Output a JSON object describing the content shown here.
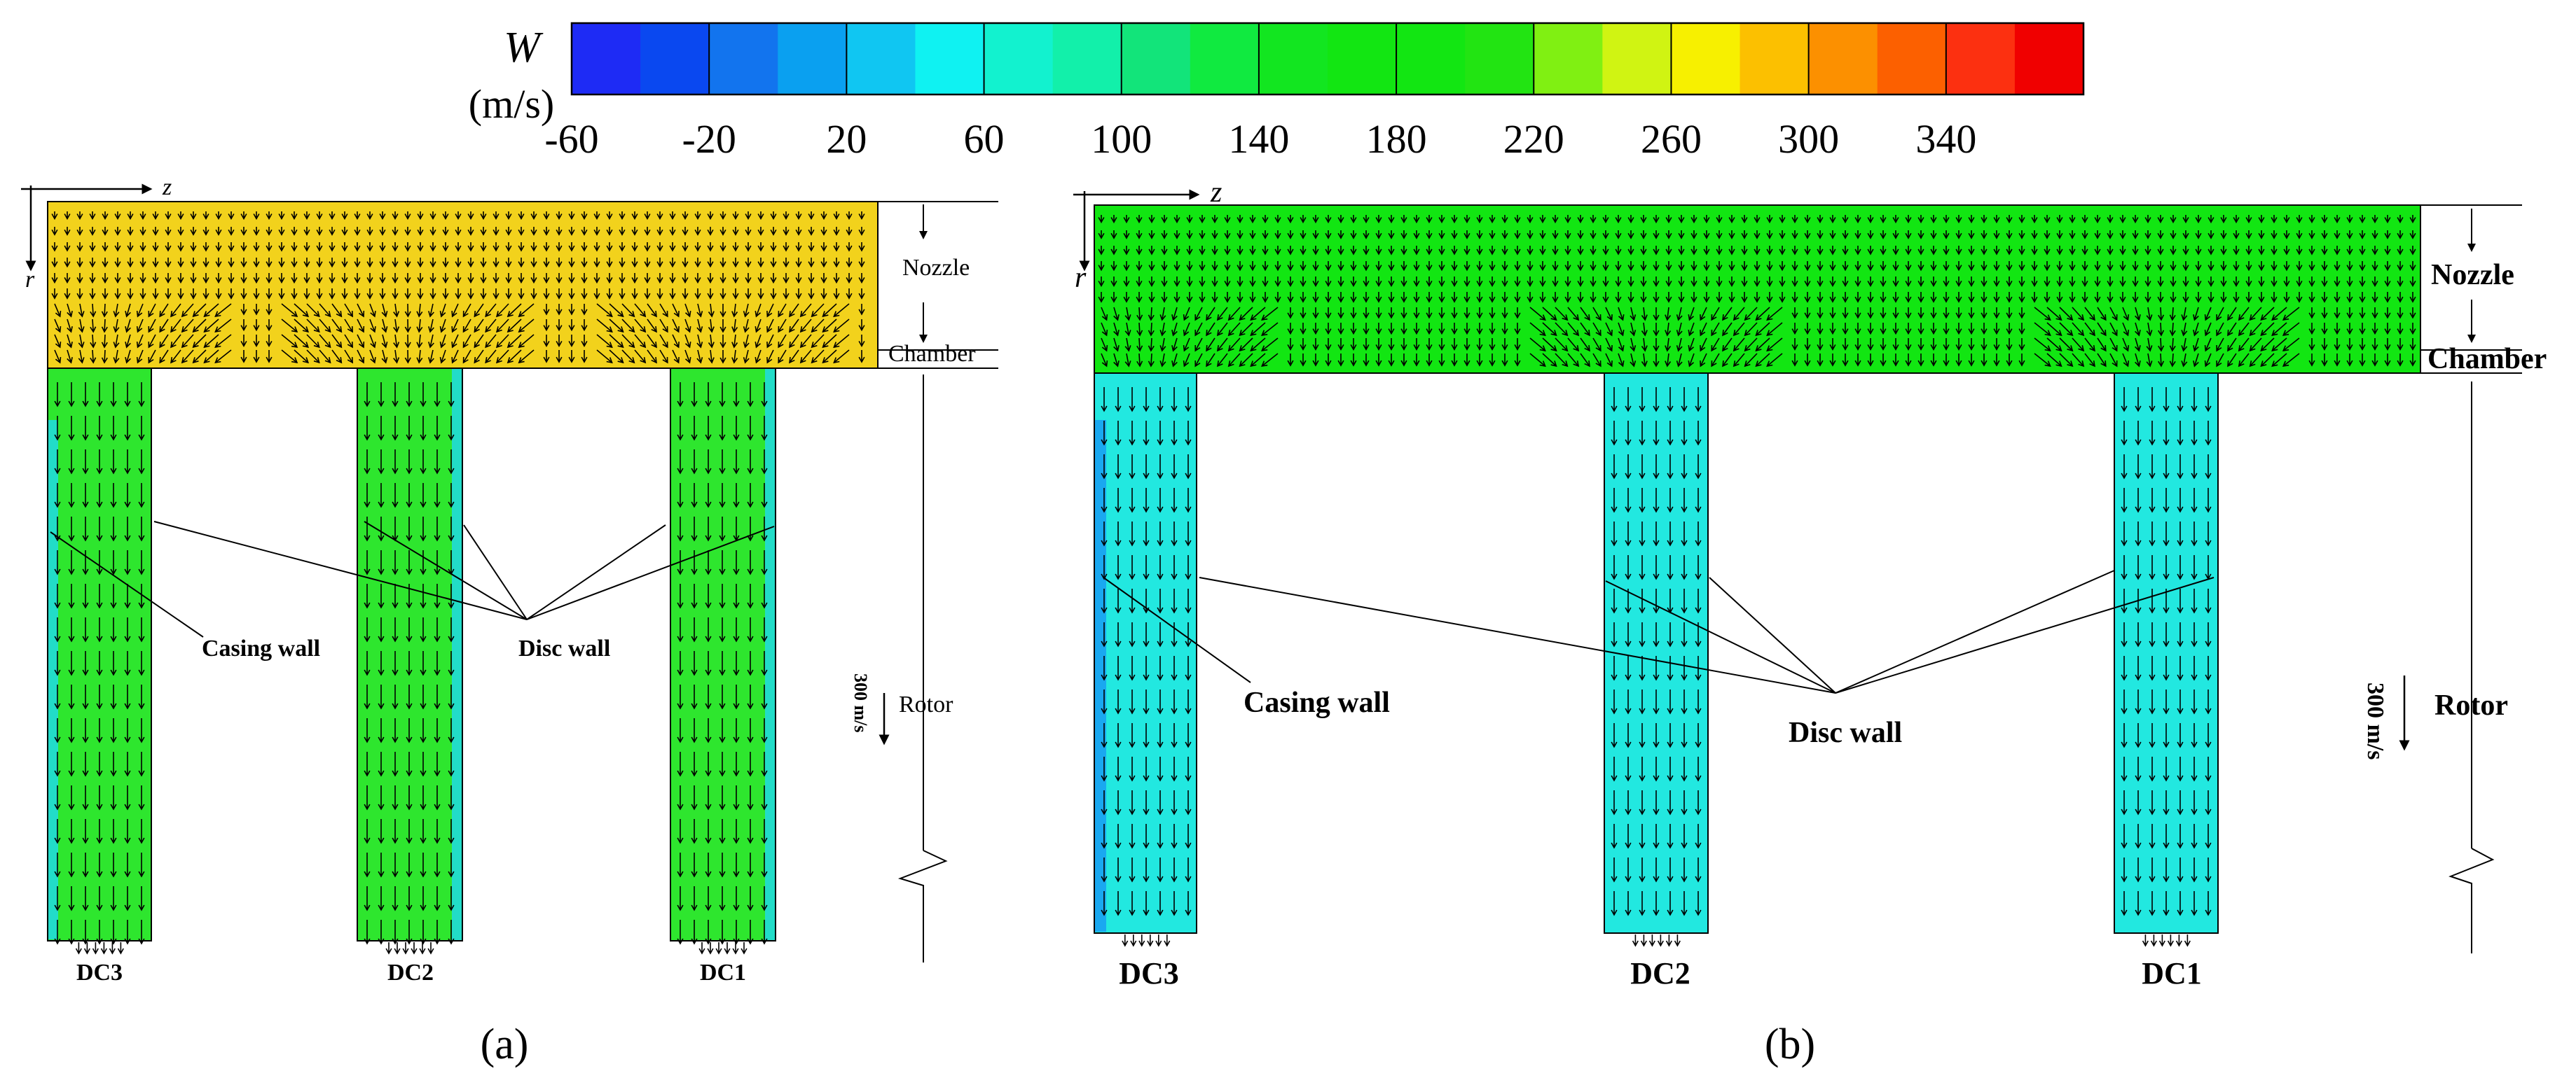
{
  "colorbar": {
    "symbol": "W",
    "unit": "(m/s)",
    "tick_labels": [
      "-60",
      "-20",
      "20",
      "60",
      "100",
      "140",
      "180",
      "220",
      "260",
      "300",
      "340"
    ],
    "colors": [
      "#1e2bf5",
      "#0a48f0",
      "#1274ee",
      "#0aa0f0",
      "#10c6f2",
      "#0ff2f2",
      "#12f2cf",
      "#12f0aa",
      "#12e47a",
      "#10ea40",
      "#12e620",
      "#12e612",
      "#12e612",
      "#22e412",
      "#80f012",
      "#d0f412",
      "#f7f000",
      "#fcc000",
      "#fc9000",
      "#fc6000",
      "#fc3010",
      "#f00000"
    ]
  },
  "panels": [
    {
      "id": "a",
      "label": "(a)",
      "axis_z": "z",
      "axis_r": "r",
      "region_labels": [
        "Nozzle",
        "Chamber",
        "Rotor"
      ],
      "scale_label": "300 m/s",
      "annotations": [
        "Casing wall",
        "Disc wall"
      ],
      "channel_labels": [
        "DC3",
        "DC2",
        "DC1"
      ],
      "nozzle_color": "#f2d21c",
      "channel_color": "#2ee62e",
      "channel_edge_color": "#22dcc8"
    },
    {
      "id": "b",
      "label": "(b)",
      "axis_z": "z",
      "axis_r": "r",
      "region_labels": [
        "Nozzle",
        "Chamber",
        "Rotor"
      ],
      "scale_label": "300 m/s",
      "annotations": [
        "Casing wall",
        "Disc wall"
      ],
      "channel_labels": [
        "DC3",
        "DC2",
        "DC1"
      ],
      "nozzle_color": "#12e612",
      "channel_color": "#22e8e0",
      "channel_edge_color": "#1aa8f0"
    }
  ]
}
